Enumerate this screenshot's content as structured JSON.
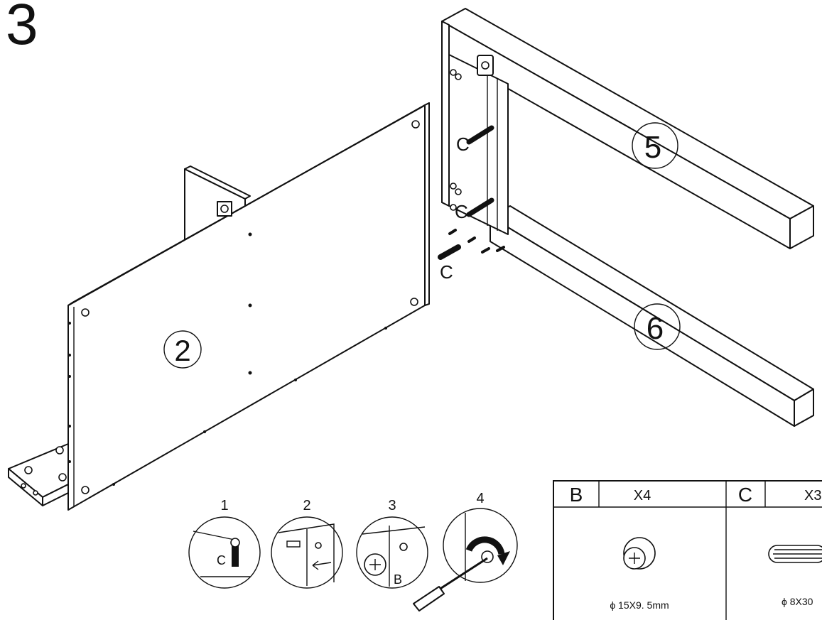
{
  "step": {
    "number": "3"
  },
  "parts": {
    "panel": "2",
    "top_rail": "5",
    "bottom_rail": "6"
  },
  "callouts": {
    "dowel_upper": "C",
    "dowel_lower": "C",
    "dowel_front": "C"
  },
  "substeps": [
    {
      "number": "1",
      "tag": "C"
    },
    {
      "number": "2",
      "tag": ""
    },
    {
      "number": "3",
      "tag": "B"
    },
    {
      "number": "4",
      "tag": ""
    }
  ],
  "hardware": [
    {
      "letter": "B",
      "qty": "X4",
      "spec": "ϕ 15X9. 5mm",
      "icon": "cam-lock-icon"
    },
    {
      "letter": "C",
      "qty": "X3",
      "spec": "ϕ 8X30",
      "icon": "wood-dowel-icon"
    }
  ],
  "colors": {
    "ink": "#111111",
    "paper": "#ffffff"
  }
}
